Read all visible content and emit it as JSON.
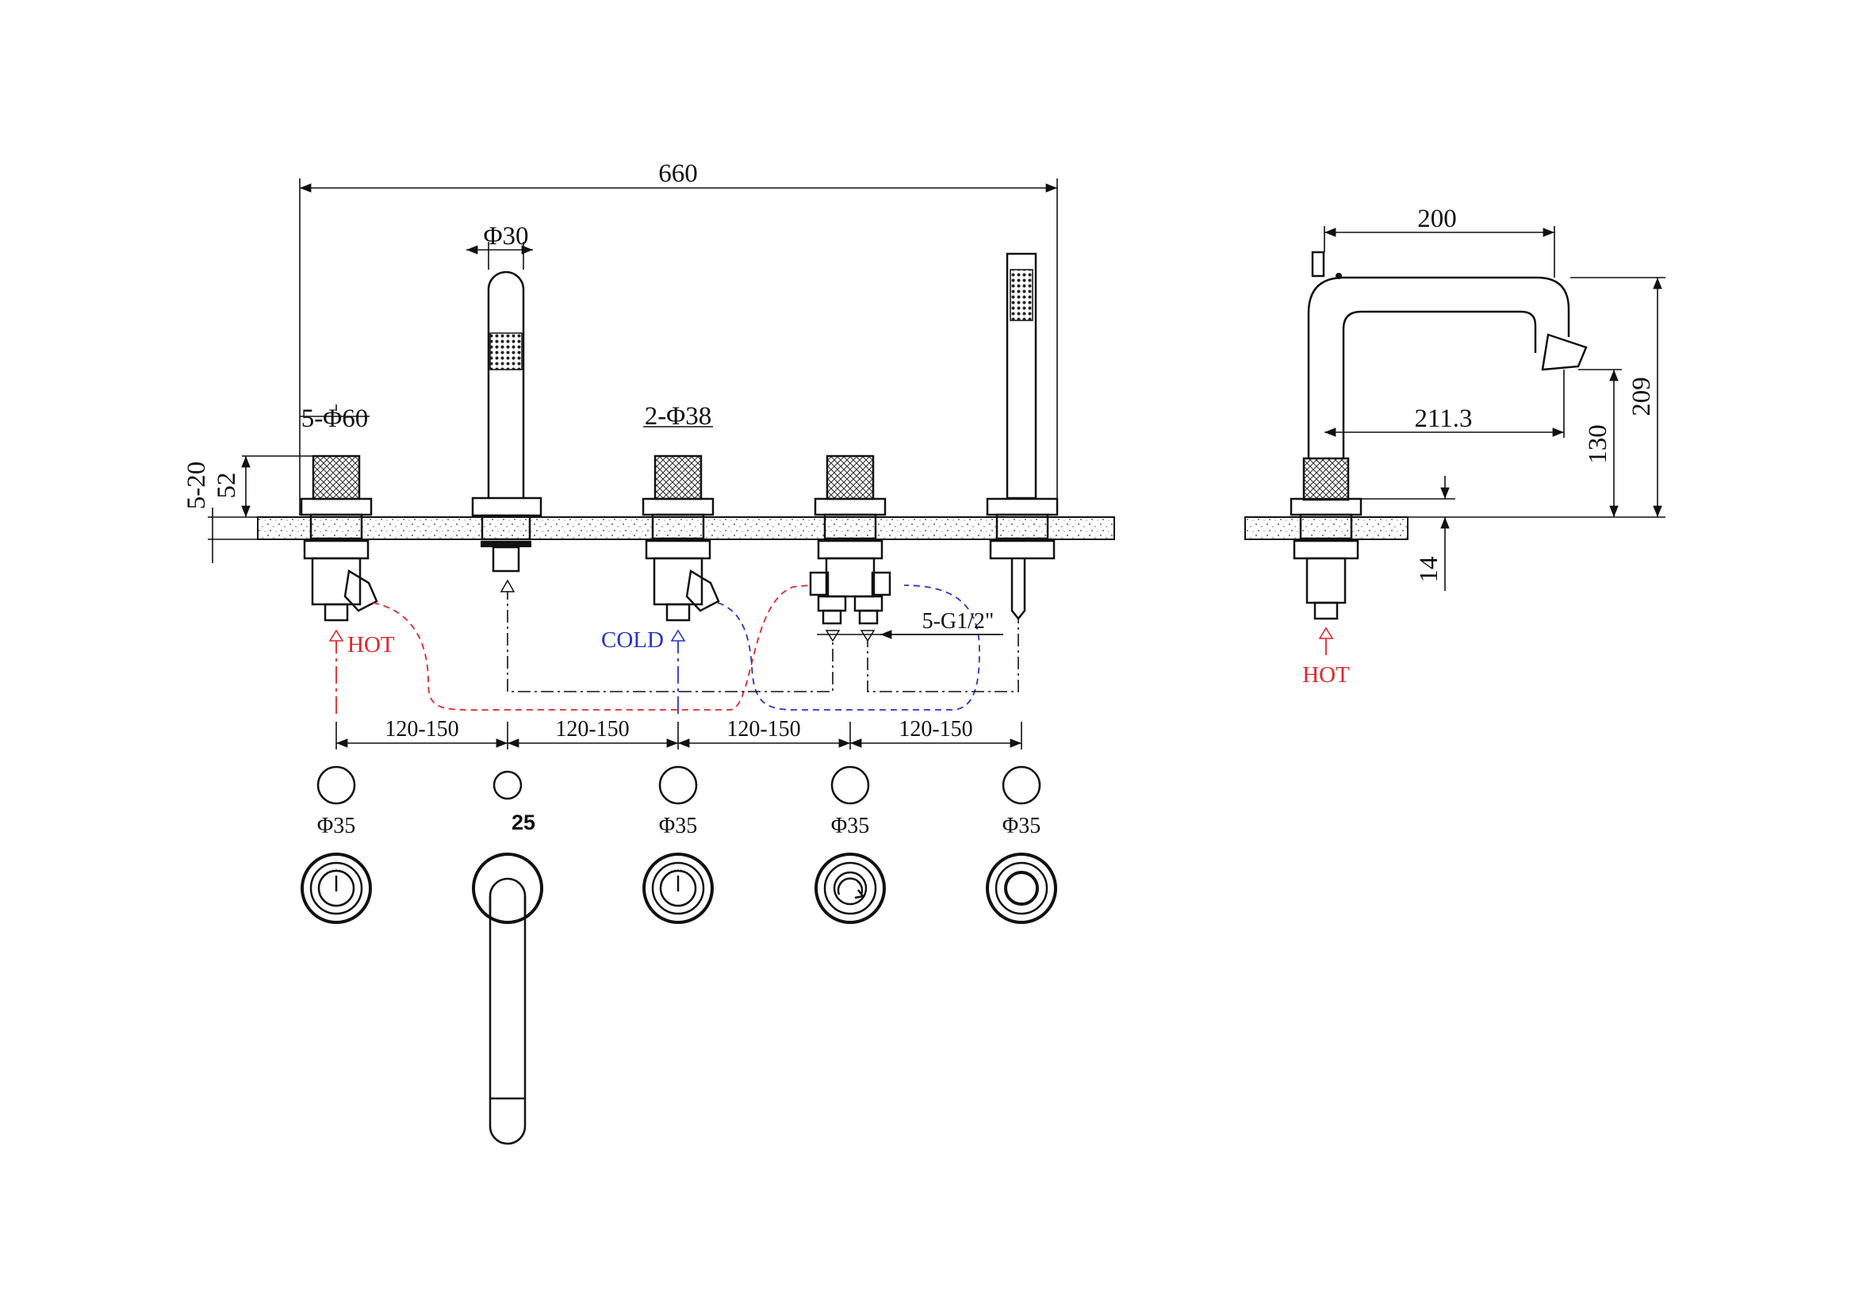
{
  "colors": {
    "ink": "#111111",
    "hot": "#e0262b",
    "cold": "#2a33c4",
    "stone": "#bdbdbd"
  },
  "dimensions": {
    "overall_width": "660",
    "spout_diameter": "Φ30",
    "control_diameter_main": "5-Φ60",
    "control_diameter_small": "2-Φ38",
    "deck_thickness": "5-20",
    "handle_height": "52",
    "inlet_thread": "5-G1/2\"",
    "spacing": [
      "120-150",
      "120-150",
      "120-150",
      "120-150"
    ],
    "hole_diameters": [
      "Φ35",
      "25",
      "Φ35",
      "Φ35",
      "Φ35"
    ],
    "side_reach": "200",
    "side_projection": "211.3",
    "side_total_height": "209",
    "side_outlet_height": "130",
    "side_under_deck": "14"
  },
  "labels": {
    "hot": "HOT",
    "cold": "COLD",
    "hot_side": "HOT"
  }
}
